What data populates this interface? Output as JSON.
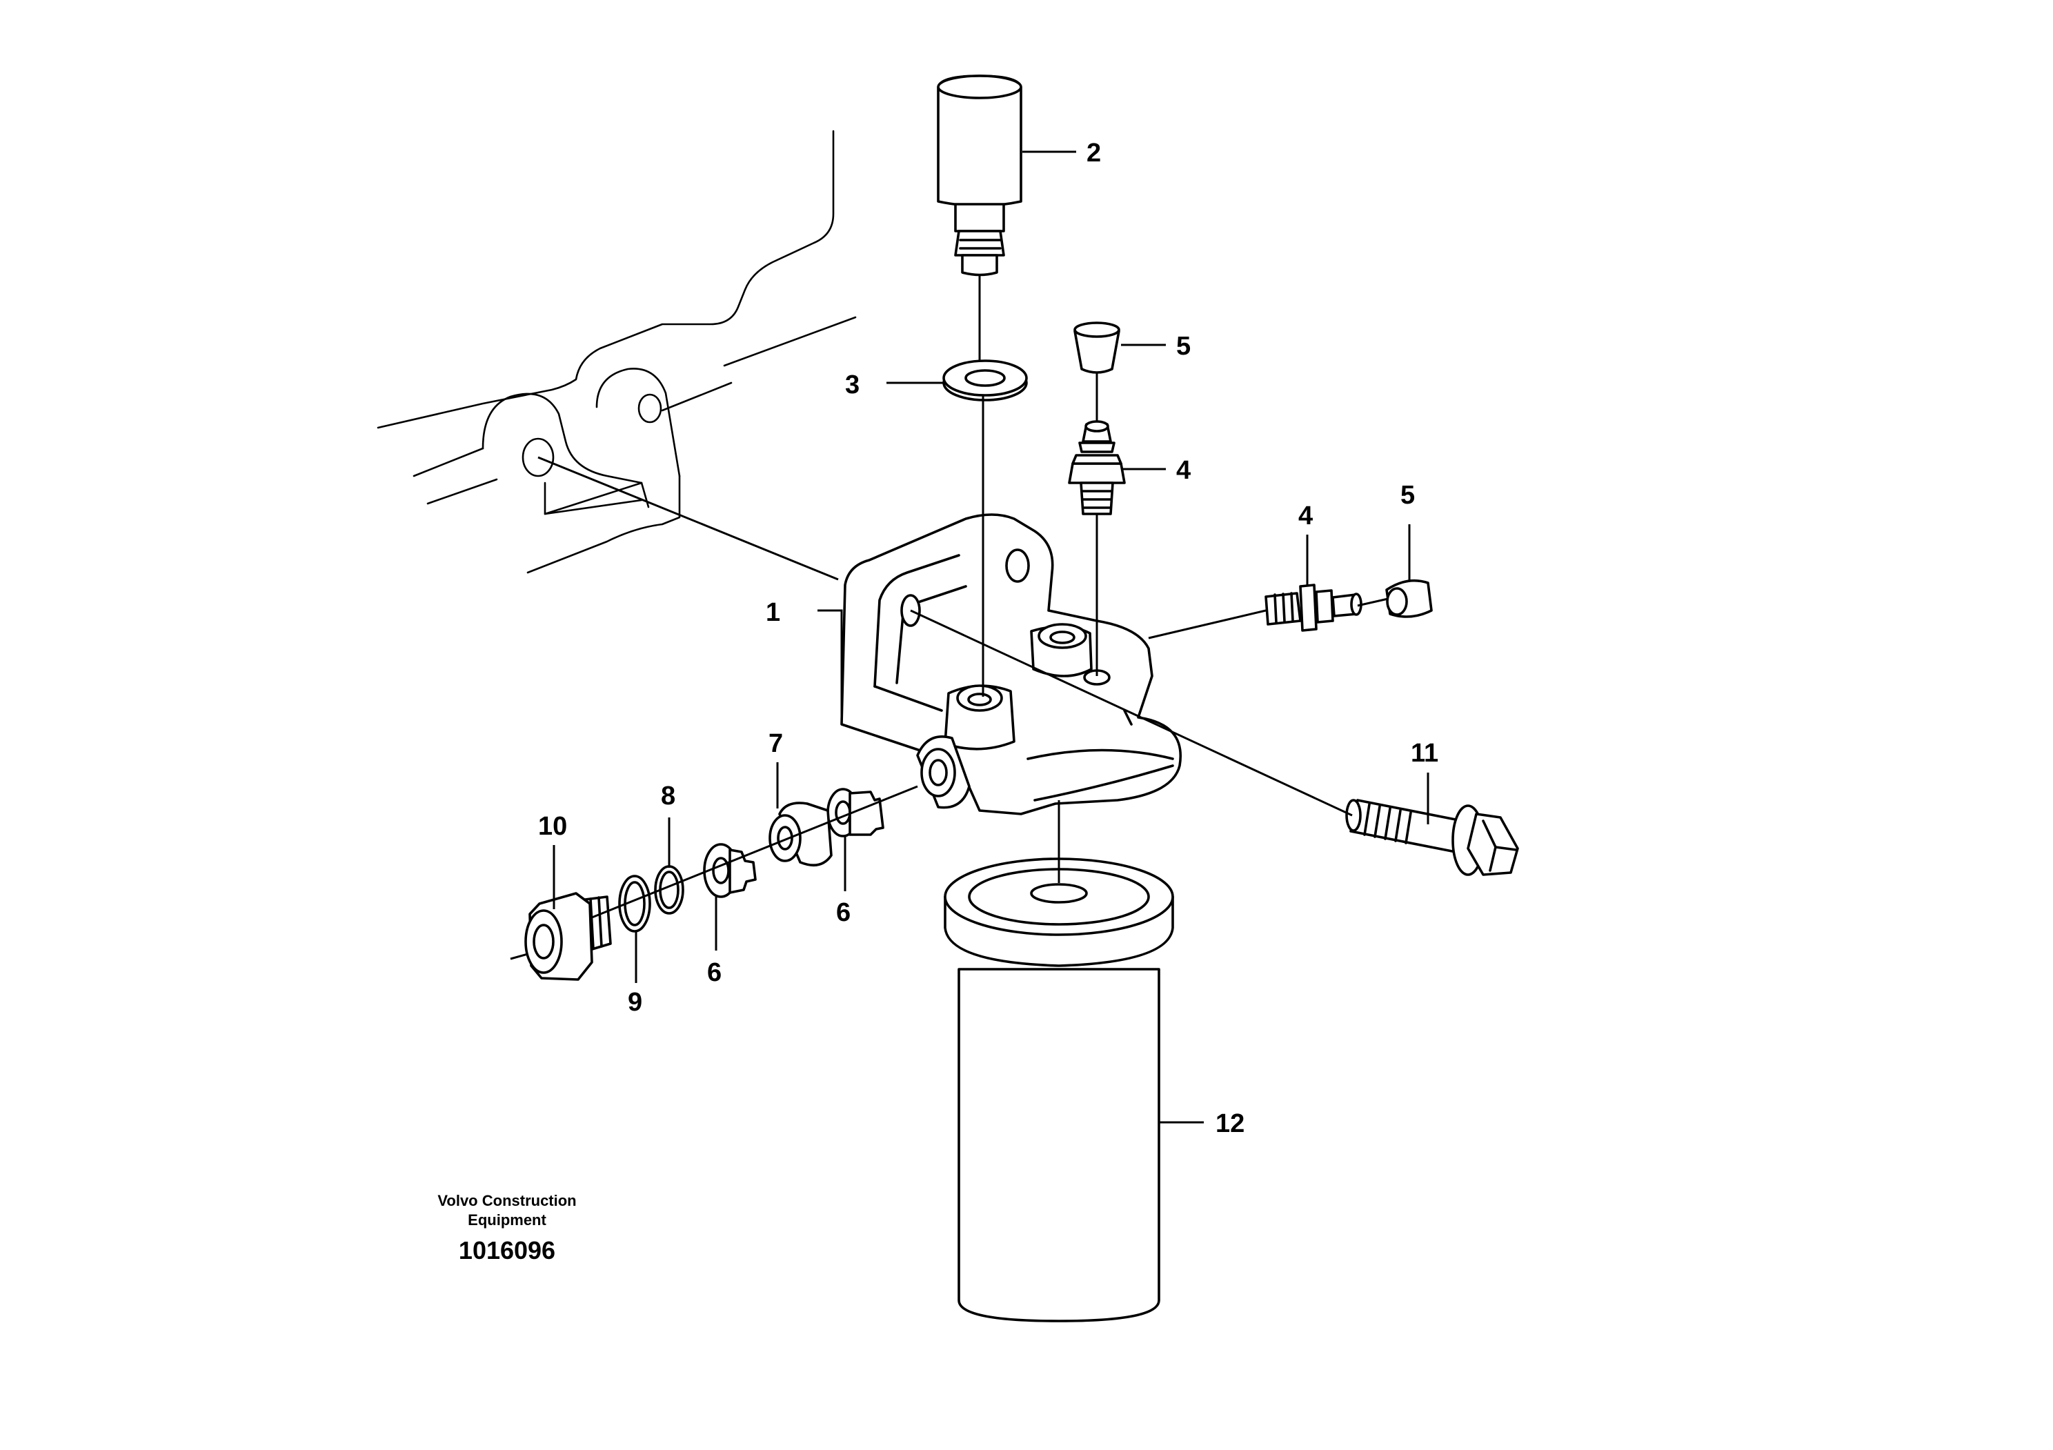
{
  "callouts": [
    {
      "id": "c1",
      "text": "1"
    },
    {
      "id": "c2",
      "text": "2"
    },
    {
      "id": "c3",
      "text": "3"
    },
    {
      "id": "c4a",
      "text": "4"
    },
    {
      "id": "c4b",
      "text": "4"
    },
    {
      "id": "c5a",
      "text": "5"
    },
    {
      "id": "c5b",
      "text": "5"
    },
    {
      "id": "c6a",
      "text": "6"
    },
    {
      "id": "c6b",
      "text": "6"
    },
    {
      "id": "c7",
      "text": "7"
    },
    {
      "id": "c8",
      "text": "8"
    },
    {
      "id": "c9",
      "text": "9"
    },
    {
      "id": "c10",
      "text": "10"
    },
    {
      "id": "c11",
      "text": "11"
    },
    {
      "id": "c12",
      "text": "12"
    }
  ],
  "caption": {
    "line1": "Volvo Construction",
    "line2": "Equipment",
    "code": "1016096"
  }
}
